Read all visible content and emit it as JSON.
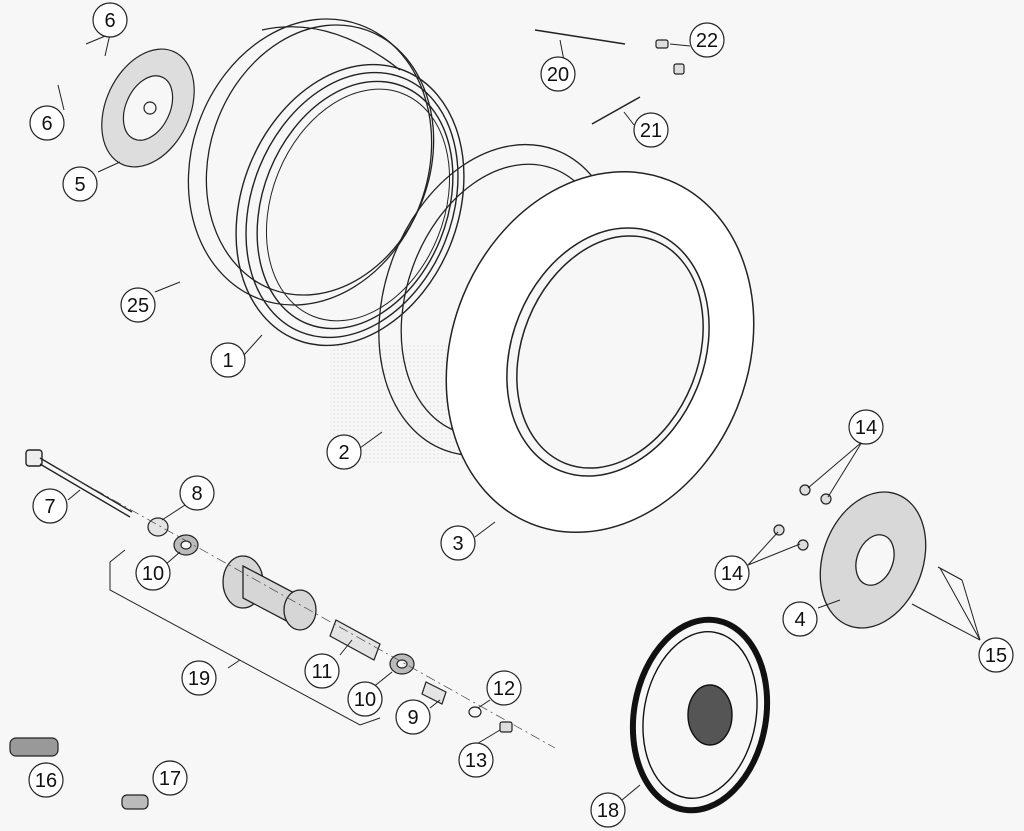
{
  "diagram": {
    "callouts": [
      {
        "id": "c1",
        "label": "1"
      },
      {
        "id": "c2",
        "label": "2"
      },
      {
        "id": "c3",
        "label": "3"
      },
      {
        "id": "c4",
        "label": "4"
      },
      {
        "id": "c5",
        "label": "5"
      },
      {
        "id": "c6a",
        "label": "6"
      },
      {
        "id": "c6b",
        "label": "6"
      },
      {
        "id": "c7",
        "label": "7"
      },
      {
        "id": "c8",
        "label": "8"
      },
      {
        "id": "c9",
        "label": "9"
      },
      {
        "id": "c10a",
        "label": "10"
      },
      {
        "id": "c10b",
        "label": "10"
      },
      {
        "id": "c11",
        "label": "11"
      },
      {
        "id": "c12",
        "label": "12"
      },
      {
        "id": "c13",
        "label": "13"
      },
      {
        "id": "c14a",
        "label": "14"
      },
      {
        "id": "c14b",
        "label": "14"
      },
      {
        "id": "c15",
        "label": "15"
      },
      {
        "id": "c16",
        "label": "16"
      },
      {
        "id": "c17",
        "label": "17"
      },
      {
        "id": "c18",
        "label": "18"
      },
      {
        "id": "c19",
        "label": "19"
      },
      {
        "id": "c20",
        "label": "20"
      },
      {
        "id": "c21",
        "label": "21"
      },
      {
        "id": "c22",
        "label": "22"
      },
      {
        "id": "c25",
        "label": "25"
      }
    ]
  }
}
